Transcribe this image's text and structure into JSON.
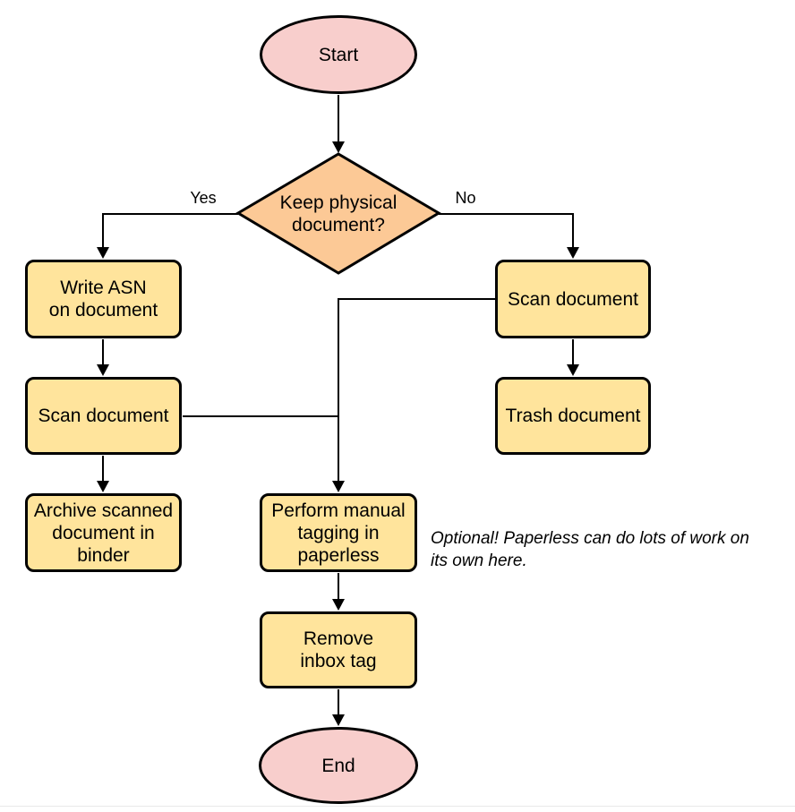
{
  "colors": {
    "terminal_fill": "#f8cecc",
    "decision_fill": "#fcc996",
    "process_fill": "#ffe49c",
    "border": "#000000",
    "line": "#000000",
    "text": "#000000"
  },
  "nodes": {
    "start": {
      "type": "terminal",
      "label": "Start"
    },
    "decision": {
      "type": "decision",
      "label": "Keep physical\ndocument?"
    },
    "write_asn": {
      "type": "process",
      "label": "Write ASN\non document"
    },
    "scan_left": {
      "type": "process",
      "label": "Scan document"
    },
    "archive": {
      "type": "process",
      "label": "Archive scanned\ndocument in\nbinder"
    },
    "scan_right": {
      "type": "process",
      "label": "Scan document"
    },
    "trash": {
      "type": "process",
      "label": "Trash document"
    },
    "tagging": {
      "type": "process",
      "label": "Perform manual\ntagging in\npaperless"
    },
    "remove_inbox_tag": {
      "type": "process",
      "label": "Remove\ninbox tag"
    },
    "end": {
      "type": "terminal",
      "label": "End"
    }
  },
  "edge_labels": {
    "yes": "Yes",
    "no": "No"
  },
  "annotations": {
    "optional_note": "Optional! Paperless can do lots of work on\nits own here."
  }
}
